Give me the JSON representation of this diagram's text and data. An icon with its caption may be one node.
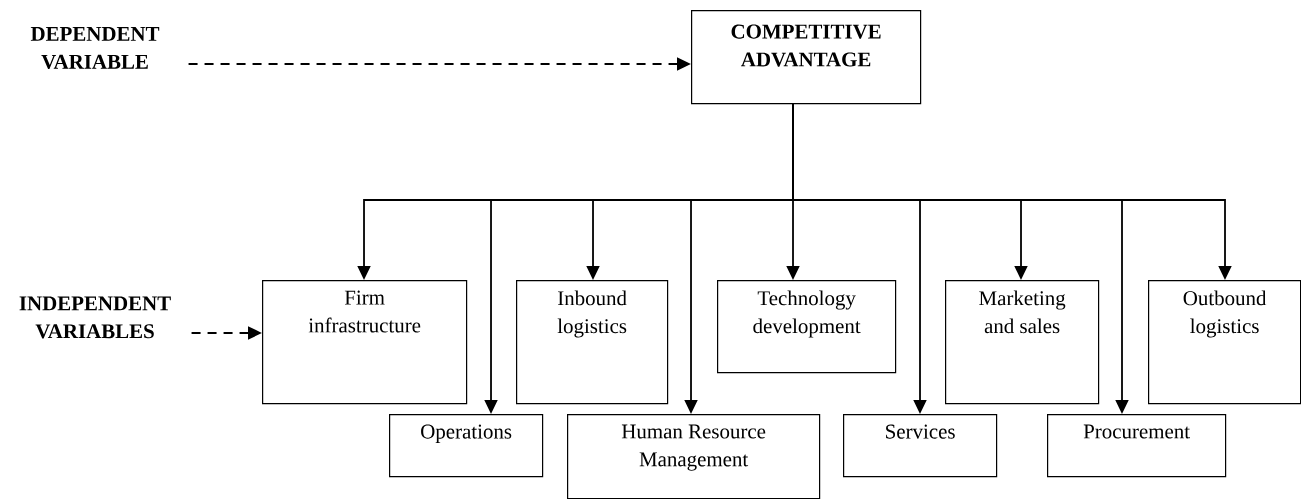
{
  "diagram": {
    "nodes": [
      {
        "text": [
          "DEPENDENT VARIABLE"
        ]
      },
      {
        "text": [
          "COMPETITIVE ADVANTAGE"
        ]
      },
      {
        "text": [
          "INDEPENDENT VARIABLES"
        ]
      },
      {
        "text": [
          "Firm infrastructure"
        ]
      },
      {
        "text": [
          "Inbound logistics"
        ]
      },
      {
        "text": [
          "Technology development"
        ]
      },
      {
        "text": [
          "Marketing and sales"
        ]
      },
      {
        "text": [
          "Outbound logistics"
        ]
      },
      {
        "text": [
          "Operations"
        ]
      },
      {
        "text": [
          "Human Resource Management"
        ]
      },
      {
        "text": [
          "Services"
        ]
      },
      {
        "text": [
          "Procurement"
        ]
      }
    ],
    "edges": [
      {
        "from": 0,
        "to": 1,
        "arrow": "to",
        "style": "dashed"
      },
      {
        "from": 2,
        "to": 3,
        "arrow": "to",
        "style": "dashed"
      },
      {
        "from": 1,
        "to": 3,
        "arrow": "to"
      },
      {
        "from": 1,
        "to": 8,
        "arrow": "to"
      },
      {
        "from": 1,
        "to": 4,
        "arrow": "to"
      },
      {
        "from": 1,
        "to": 9,
        "arrow": "to"
      },
      {
        "from": 1,
        "to": 5,
        "arrow": "to"
      },
      {
        "from": 1,
        "to": 10,
        "arrow": "to"
      },
      {
        "from": 1,
        "to": 6,
        "arrow": "to"
      },
      {
        "from": 1,
        "to": 11,
        "arrow": "to"
      },
      {
        "from": 1,
        "to": 7,
        "arrow": "to"
      }
    ]
  }
}
